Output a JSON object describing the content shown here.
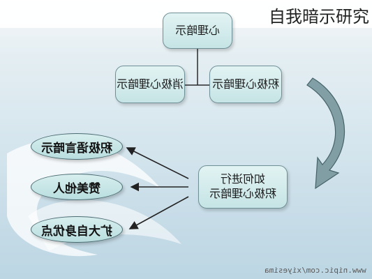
{
  "heading": "自我暗示研究",
  "diagram": {
    "root": "心理暗示",
    "negative": "消极心理暗示",
    "positive": "积极心理暗示",
    "how_line1": "如何进行",
    "how_line2": "积极心理暗示",
    "methods": [
      "积极语言暗示",
      "赞美他人",
      "扩大自身优点"
    ]
  },
  "watermark": "www.nipic.com/xiyesima"
}
